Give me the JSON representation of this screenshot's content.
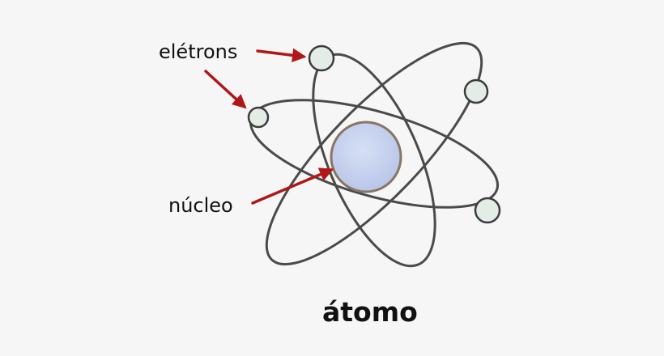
{
  "diagram": {
    "caption": "átomo",
    "labels": {
      "electrons": "elétrons",
      "nucleus": "núcleo"
    },
    "colors": {
      "background": "#f6f6f6",
      "orbit_stroke": "#4a4a4a",
      "arrow": "#b01818",
      "nucleus_fill": "#c6d2ee",
      "nucleus_rim": "#8a7462",
      "electron_fill": "#e4ece6",
      "electron_rim": "#3c3c3c",
      "text": "#111111"
    },
    "electron_count": 4,
    "orbit_count": 3
  }
}
